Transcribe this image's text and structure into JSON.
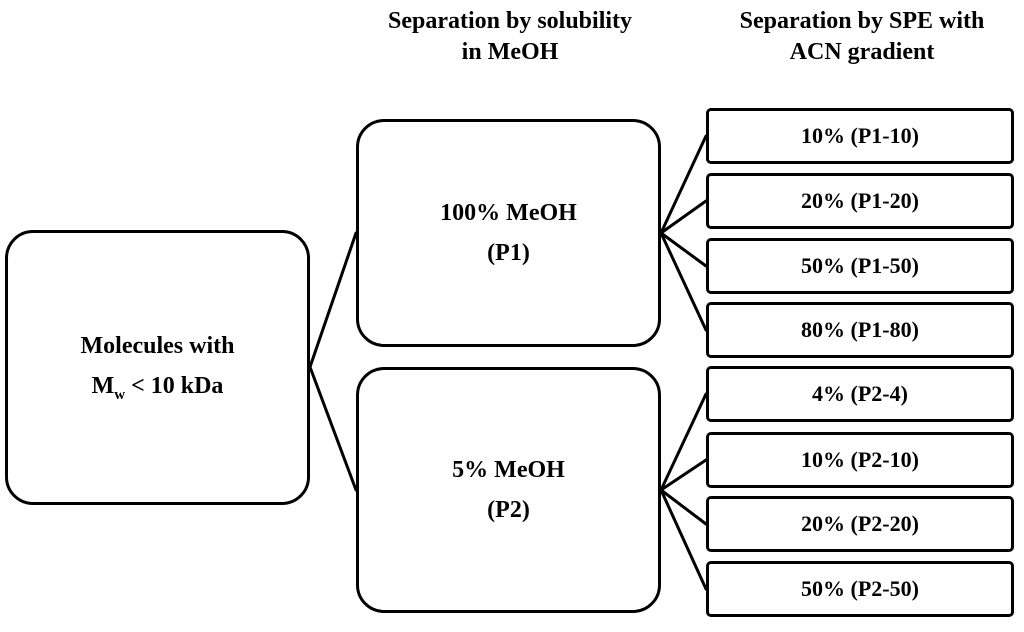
{
  "headers": {
    "solubility": [
      "Separation by solubility",
      "in MeOH"
    ],
    "spe": [
      "Separation by SPE with",
      "ACN gradient"
    ]
  },
  "root": {
    "line1": "Molecules with",
    "line2_main": "M",
    "line2_sub": "w",
    "line2_rest": " < 10 kDa"
  },
  "fractions": [
    {
      "id": "p1",
      "line1": "100% MeOH",
      "line2": "(P1)",
      "children": [
        "10% (P1-10)",
        "20% (P1-20)",
        "50% (P1-50)",
        "80% (P1-80)"
      ]
    },
    {
      "id": "p2",
      "line1": "5% MeOH",
      "line2": "(P2)",
      "children": [
        "4% (P2-4)",
        "10% (P2-10)",
        "20% (P2-20)",
        "50% (P2-50)"
      ]
    }
  ]
}
